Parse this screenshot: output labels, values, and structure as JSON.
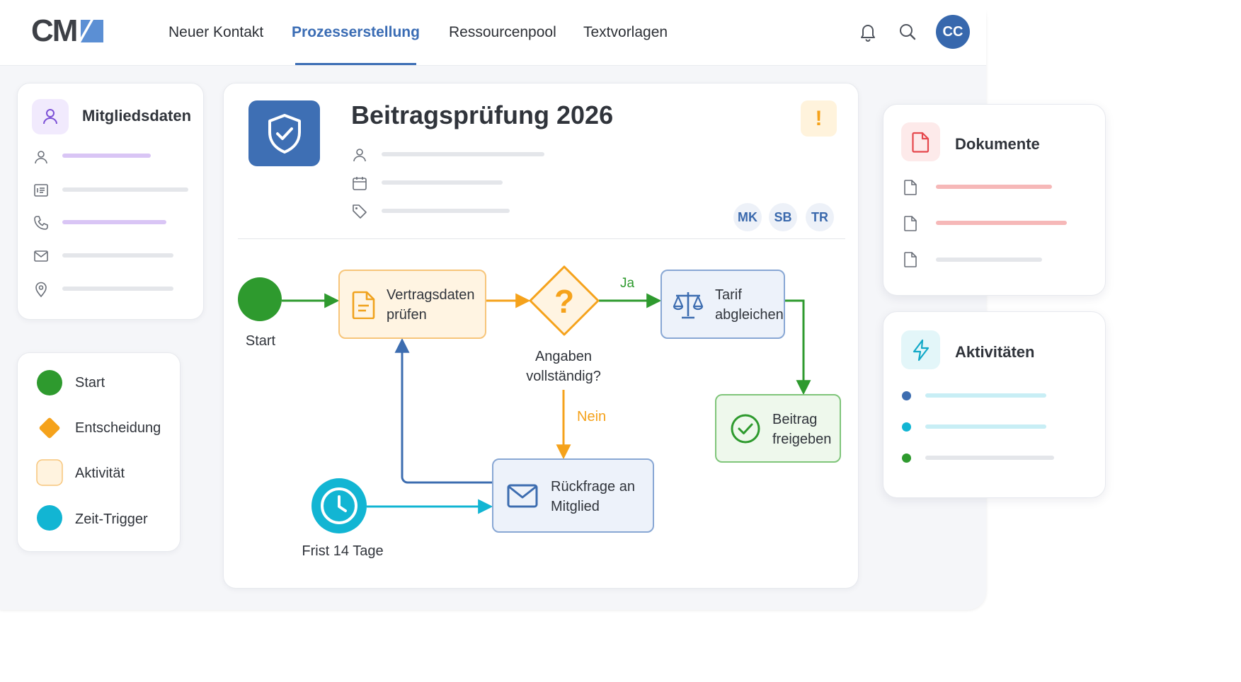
{
  "logo": {
    "text": "CM"
  },
  "nav": {
    "items": [
      "Neuer Kontakt",
      "Prozesserstellung",
      "Ressourcenpool",
      "Textvorlagen"
    ],
    "active": "Prozesserstellung"
  },
  "user": {
    "initials": "CC"
  },
  "member_card": {
    "title": "Mitgliedsdaten"
  },
  "legend": {
    "items": [
      {
        "label": "Start",
        "shape": "circle",
        "color": "#2e9a2e"
      },
      {
        "label": "Entscheidung",
        "shape": "diamond",
        "color": "#f5a21b"
      },
      {
        "label": "Aktivität",
        "shape": "box",
        "color": "#fff3df"
      },
      {
        "label": "Zeit-Trigger",
        "shape": "circle",
        "color": "#12b5d3"
      }
    ]
  },
  "process": {
    "title": "Beitragsprüfung 2026",
    "alert": "!",
    "assignees": [
      "MK",
      "SB",
      "TR"
    ]
  },
  "flow": {
    "start": "Start",
    "activity1": {
      "line1": "Vertragsdaten",
      "line2": "prüfen"
    },
    "decision": {
      "symbol": "?",
      "line1": "Angaben",
      "line2": "vollständig?"
    },
    "yes": "Ja",
    "no": "Nein",
    "activity2": {
      "line1": "Tarif",
      "line2": "abgleichen"
    },
    "activity3": {
      "line1": "Beitrag",
      "line2": "freigeben"
    },
    "activity4": {
      "line1": "Rückfrage an",
      "line2": "Mitglied"
    },
    "timer": "Frist 14 Tage"
  },
  "documents": {
    "title": "Dokumente"
  },
  "activities": {
    "title": "Aktivitäten"
  },
  "colors": {
    "primary": "#3a6cb4",
    "green": "#2e9a2e",
    "orange": "#f5a21b",
    "cyan": "#12b5d3",
    "purple": "#7b4fd6",
    "red": "#e5484d"
  }
}
